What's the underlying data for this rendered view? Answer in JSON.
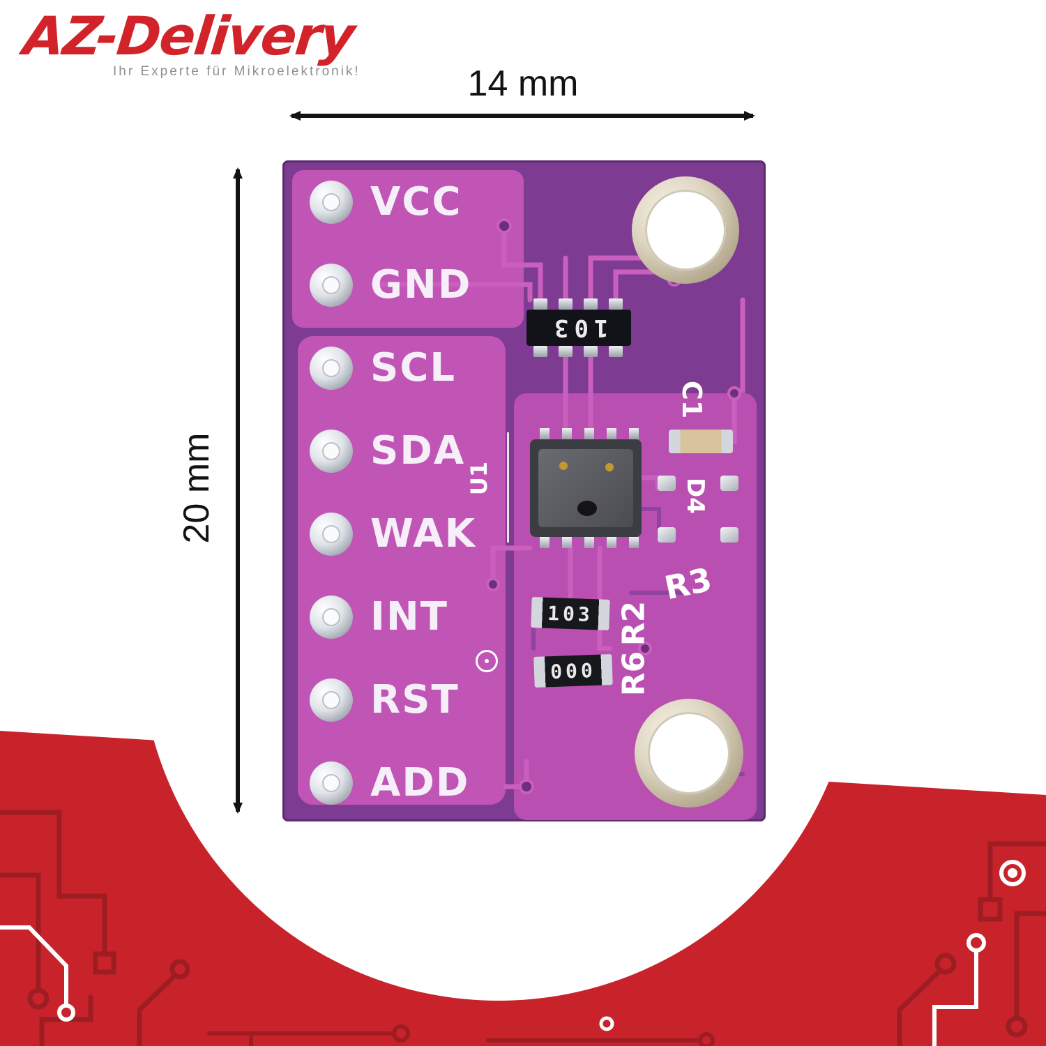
{
  "logo": {
    "brand": "AZ-Delivery",
    "tagline": "Ihr Experte für Mikroelektronik!"
  },
  "annotations": {
    "width_label": "14 mm",
    "height_label": "20 mm"
  },
  "pcb": {
    "pins": [
      "VCC",
      "GND",
      "SCL",
      "SDA",
      "WAK",
      "INT",
      "RST",
      "ADD"
    ],
    "components": {
      "chip_ref": "U1",
      "cap_ref": "C1",
      "diode_ref": "D4",
      "r3_ref": "R3",
      "r2_ref": "R2",
      "r6_ref": "R6",
      "network_marking": "103",
      "resistor_a_marking": "103",
      "resistor_b_marking": "000"
    },
    "colors": {
      "board": "#7d3c92",
      "pour": "#c055b5",
      "trace": "#cb5fbe",
      "silkscreen": "#ffffff"
    }
  },
  "accent_red": "#c8232b"
}
